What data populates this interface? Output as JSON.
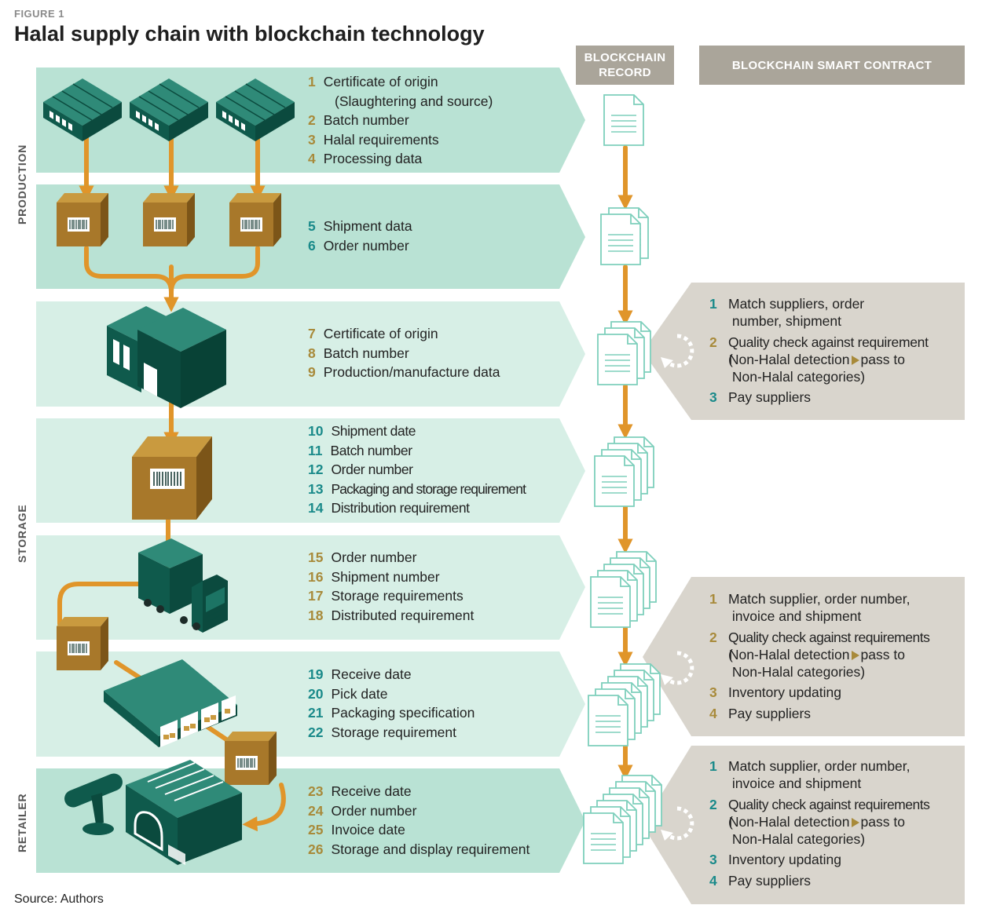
{
  "figure_label": "FIGURE 1",
  "title": "Halal supply chain with blockchain technology",
  "headers": {
    "record": [
      "BLOCKCHAIN",
      "RECORD"
    ],
    "smart_contract": "BLOCKCHAIN SMART CONTRACT"
  },
  "sections": [
    "PRODUCTION",
    "STORAGE",
    "RETAILER"
  ],
  "colors": {
    "band_dark": "#b9e2d4",
    "band_light": "#d7efe6",
    "panel": "#d9d5cd",
    "header": "#aaa59a",
    "teal": "#1a8a8a",
    "gold_num": "#a88a3a",
    "arrow": "#e0952a",
    "building": "#0f5a4c",
    "box": "#a8782a"
  },
  "steps": [
    {
      "num": "1",
      "text": "Certificate of origin"
    },
    {
      "num": "",
      "text": "(Slaughtering and source)"
    },
    {
      "num": "2",
      "text": "Batch number"
    },
    {
      "num": "3",
      "text": "Halal requirements"
    },
    {
      "num": "4",
      "text": "Processing data"
    },
    {
      "num": "5",
      "text": "Shipment data"
    },
    {
      "num": "6",
      "text": "Order number"
    },
    {
      "num": "7",
      "text": "Certificate of origin"
    },
    {
      "num": "8",
      "text": "Batch number"
    },
    {
      "num": "9",
      "text": "Production/manufacture data"
    },
    {
      "num": "10",
      "text": "Shipment date"
    },
    {
      "num": "11",
      "text": "Batch number"
    },
    {
      "num": "12",
      "text": "Order number"
    },
    {
      "num": "13",
      "text": "Packaging and storage requirement"
    },
    {
      "num": "14",
      "text": "Distribution requirement"
    },
    {
      "num": "15",
      "text": "Order number"
    },
    {
      "num": "16",
      "text": "Shipment number"
    },
    {
      "num": "17",
      "text": "Storage requirements"
    },
    {
      "num": "18",
      "text": "Distributed requirement"
    },
    {
      "num": "19",
      "text": "Receive date"
    },
    {
      "num": "20",
      "text": "Pick date"
    },
    {
      "num": "21",
      "text": "Packaging specification"
    },
    {
      "num": "22",
      "text": "Storage requirement"
    },
    {
      "num": "23",
      "text": "Receive date"
    },
    {
      "num": "24",
      "text": "Order number"
    },
    {
      "num": "25",
      "text": "Invoice date"
    },
    {
      "num": "26",
      "text": "Storage and display requirement"
    }
  ],
  "smart_contracts": [
    {
      "items": [
        {
          "num": "1",
          "lines": [
            "Match suppliers, order",
            "number, shipment"
          ]
        },
        {
          "num": "2",
          "lines": [
            "Quality check against requirement",
            "(Non-Halal detection",
            "pass to",
            "Non-Halal categories)"
          ]
        },
        {
          "num": "3",
          "lines": [
            "Pay suppliers"
          ]
        }
      ]
    },
    {
      "items": [
        {
          "num": "1",
          "lines": [
            "Match supplier, order number,",
            "invoice and shipment"
          ]
        },
        {
          "num": "2",
          "lines": [
            "Quality check against requirements",
            "(Non-Halal detection",
            "pass to",
            "Non-Halal categories)"
          ]
        },
        {
          "num": "3",
          "lines": [
            "Inventory updating"
          ]
        },
        {
          "num": "4",
          "lines": [
            "Pay suppliers"
          ]
        }
      ]
    },
    {
      "items": [
        {
          "num": "1",
          "lines": [
            "Match supplier, order number,",
            "invoice and shipment"
          ]
        },
        {
          "num": "2",
          "lines": [
            "Quality check against requirements",
            "(Non-Halal detection",
            "pass to",
            "Non-Halal categories)"
          ]
        },
        {
          "num": "3",
          "lines": [
            "Inventory updating"
          ]
        },
        {
          "num": "4",
          "lines": [
            "Pay suppliers"
          ]
        }
      ]
    }
  ],
  "source": "Source: Authors"
}
